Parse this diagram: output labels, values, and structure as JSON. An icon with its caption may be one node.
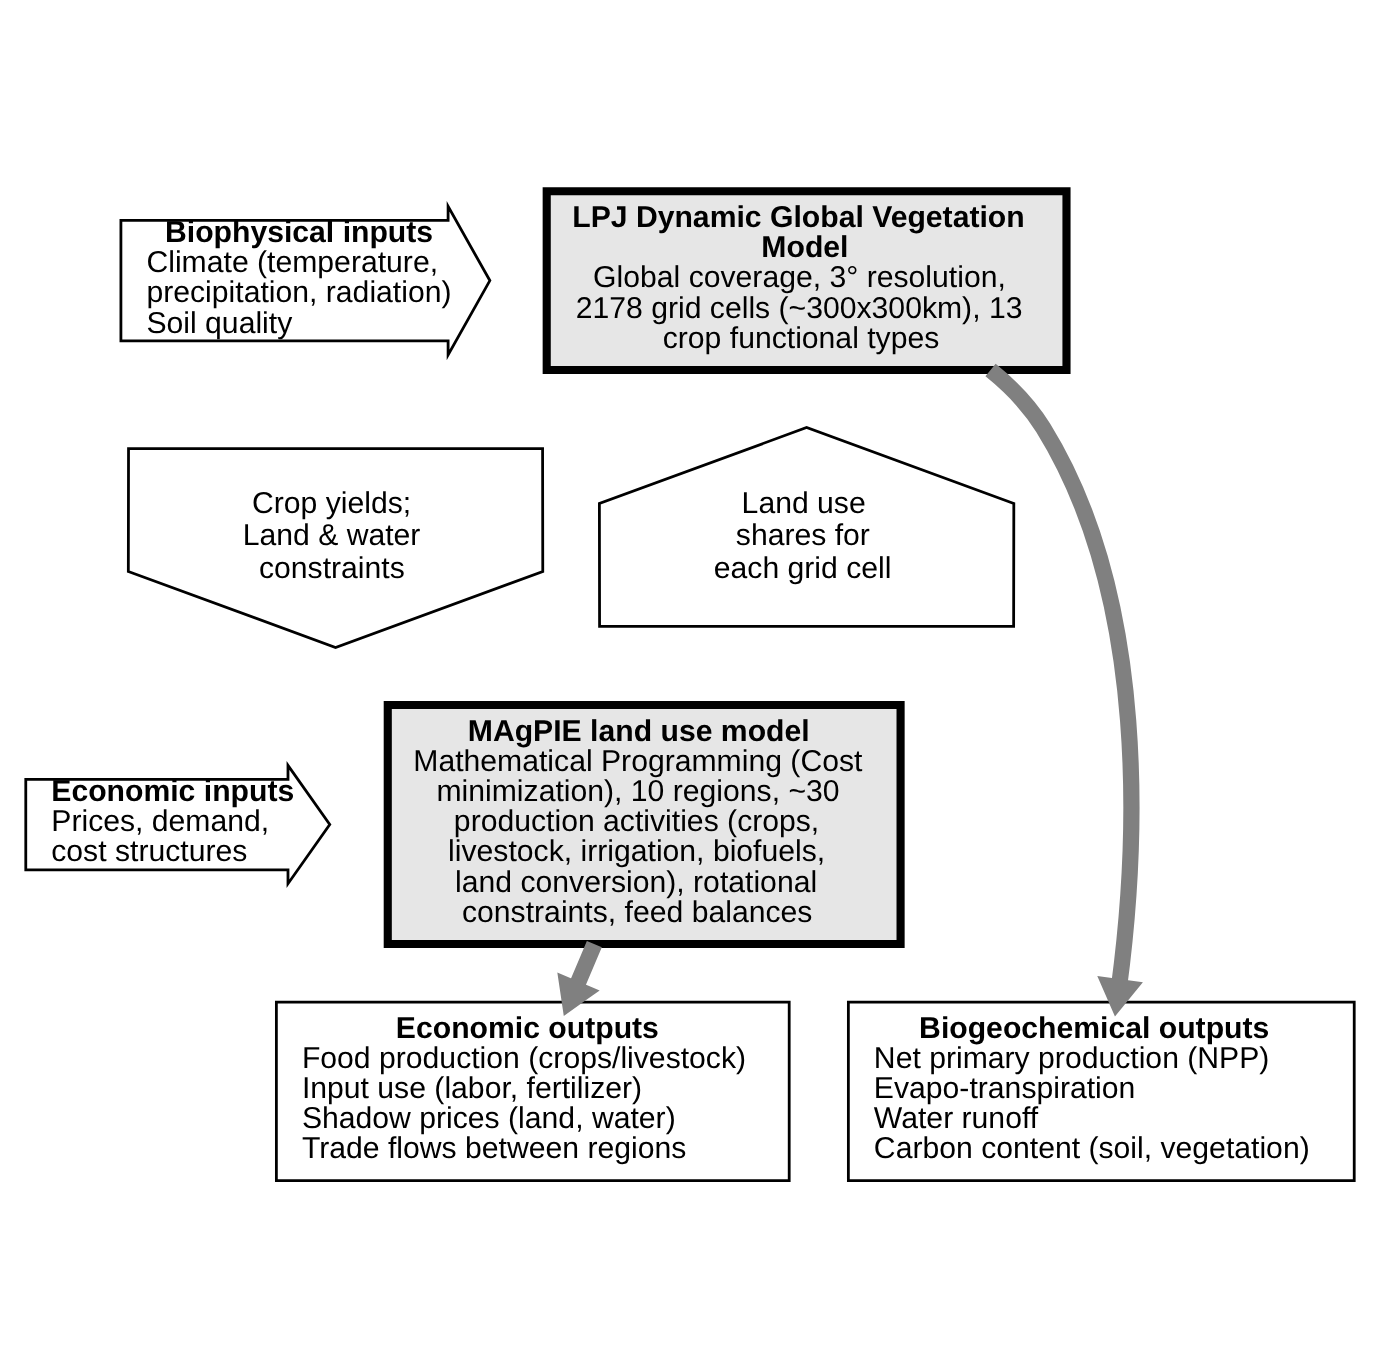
{
  "diagram": {
    "nodes": [
      {
        "text": [
          "Biophysical inputs",
          "Climate (temperature, precipitation, radiation)",
          "Soil quality"
        ]
      },
      {
        "text": [
          "LPJ Dynamic Global Vegetation Model",
          "Global coverage, 3° resolution, 2178 grid cells (~300x300km), 13 crop functional types"
        ]
      },
      {
        "text": [
          "Crop yields; Land & water constraints"
        ]
      },
      {
        "text": [
          "Land use shares for each grid cell"
        ]
      },
      {
        "text": [
          "Economic inputs",
          "Prices, demand, cost structures"
        ]
      },
      {
        "text": [
          "MAgPIE land use model",
          "Mathematical Programming (Cost minimization), 10 regions, ~30 production activities (crops, livestock, irrigation, biofuels, land conversion), rotational constraints, feed balances"
        ]
      },
      {
        "text": [
          "Economic outputs",
          "Food production (crops/livestock)",
          "Input use (labor, fertilizer)",
          "Shadow prices (land, water)",
          "Trade flows between regions"
        ]
      },
      {
        "text": [
          "Biogeochemical outputs",
          "Net primary production (NPP)",
          "Evapo-transpiration",
          "Water runoff",
          "Carbon content (soil, vegetation)"
        ]
      }
    ],
    "edges": [
      {
        "from": 5,
        "to": 6,
        "arrow": "to"
      },
      {
        "from": 1,
        "to": 7,
        "arrow": "to"
      }
    ]
  }
}
